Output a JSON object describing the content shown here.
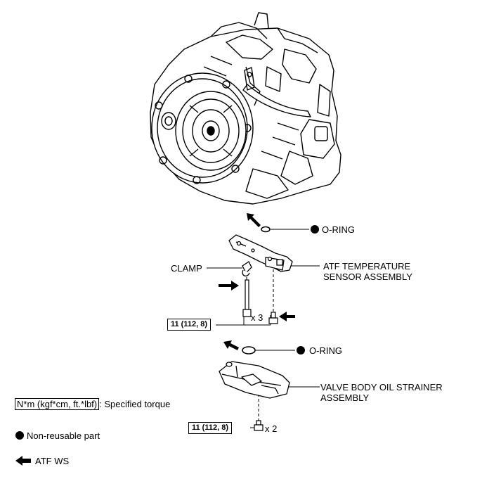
{
  "labels": {
    "o_ring_1": "O-RING",
    "clamp": "CLAMP",
    "atf_sensor_line1": "ATF TEMPERATURE",
    "atf_sensor_line2": "SENSOR ASSEMBLY",
    "count_3": "x 3",
    "torque_1": "11 (112, 8)",
    "o_ring_2": "O-RING",
    "strainer_line1": "VALVE BODY OIL STRAINER",
    "strainer_line2": "ASSEMBLY",
    "torque_2": "11 (112, 8)",
    "count_2": "x 2"
  },
  "legend": {
    "torque_box": "N*m (kgf*cm, ft.*lbf)",
    "torque_text": ": Specified torque",
    "nonreusable": "Non-reusable part",
    "atf": "ATF WS"
  }
}
